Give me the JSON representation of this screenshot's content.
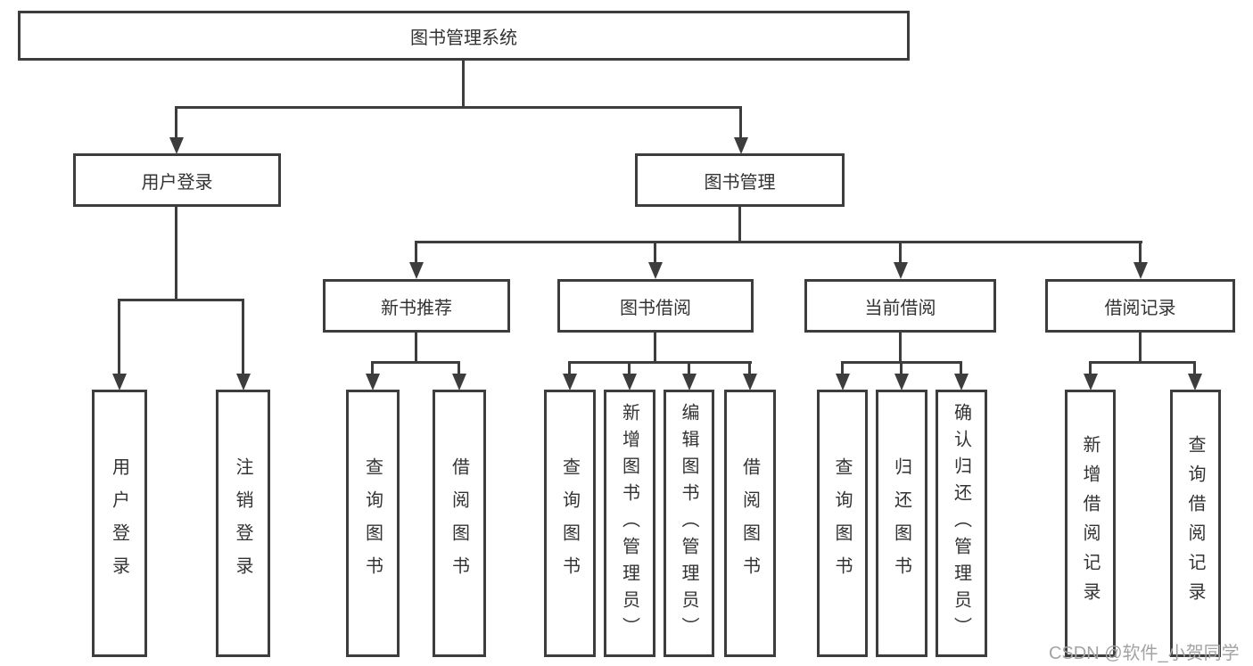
{
  "diagram": {
    "title": "图书管理系统",
    "branches": {
      "user_login": "用户登录",
      "book_mgmt": "图书管理"
    },
    "modules": {
      "new_books": "新书推荐",
      "borrowing": "图书借阅",
      "current": "当前借阅",
      "records": "借阅记录"
    },
    "leaves": {
      "user_login": [
        "用户登录",
        "注销登录"
      ],
      "new_books": [
        "查询图书",
        "借阅图书"
      ],
      "borrowing": [
        "查询图书",
        "新增图书（管理员）",
        "编辑图书（管理员）",
        "借阅图书"
      ],
      "current": [
        "查询图书",
        "归还图书",
        "确认归还（管理员）"
      ],
      "records": [
        "新增借阅记录",
        "查询借阅记录"
      ]
    }
  },
  "watermark": "CSDN @软件_小贺同学",
  "colors": {
    "line": "#3d3d3d",
    "text": "#333333",
    "watermark": "#a3a3a3",
    "background": "#ffffff"
  }
}
